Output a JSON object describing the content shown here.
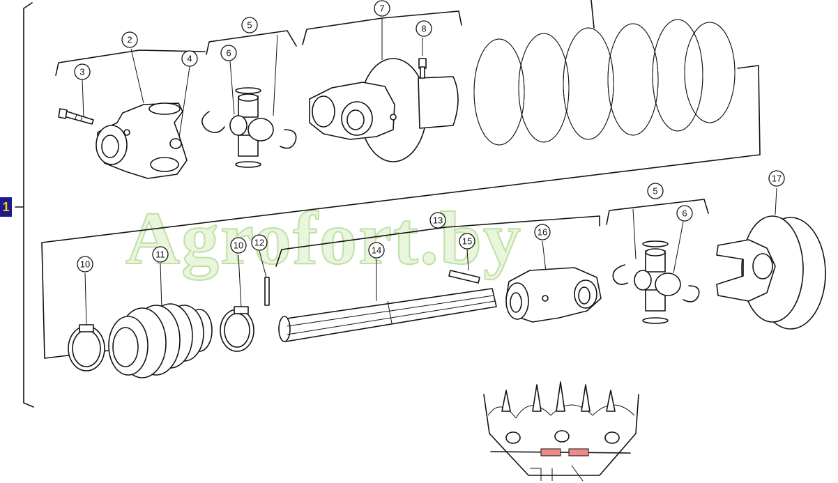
{
  "assembly_label": "1",
  "watermark": "Agrofort.by",
  "callouts": {
    "c2": "2",
    "c3": "3",
    "c4": "4",
    "c5a": "5",
    "c6a": "6",
    "c7": "7",
    "c8": "8",
    "c10a": "10",
    "c10b": "10",
    "c11": "11",
    "c12": "12",
    "c13": "13",
    "c14": "14",
    "c15": "15",
    "c16": "16",
    "c5b": "5",
    "c6b": "6",
    "c17": "17"
  }
}
